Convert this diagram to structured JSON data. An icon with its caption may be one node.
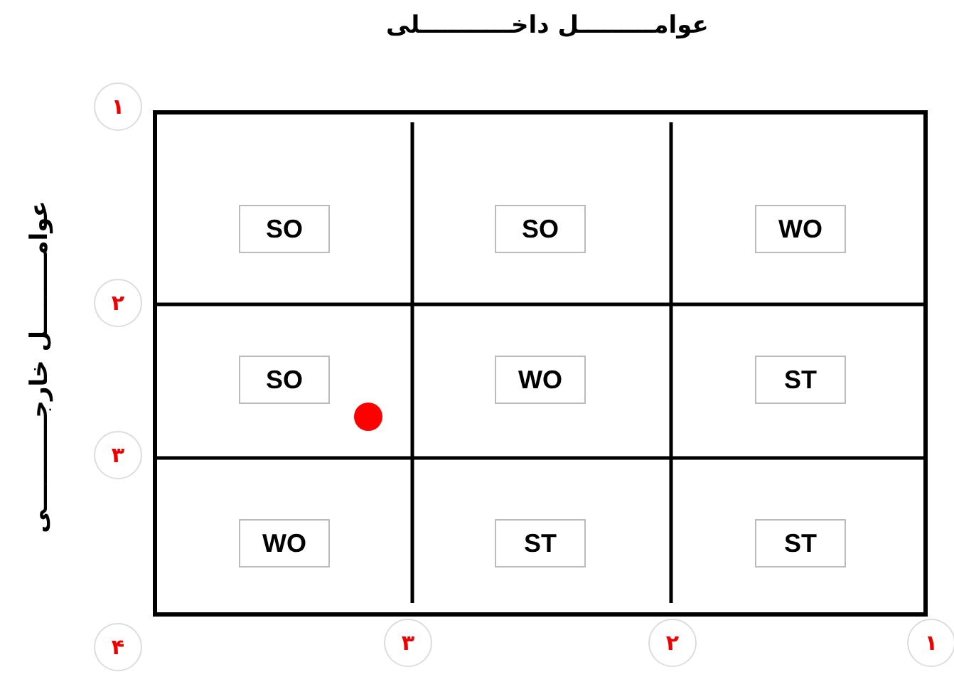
{
  "diagram": {
    "nodes": [
      {
        "text": [
          "SO"
        ]
      },
      {
        "text": [
          "SO"
        ]
      },
      {
        "text": [
          "WO"
        ]
      },
      {
        "text": [
          "SO"
        ]
      },
      {
        "text": [
          "WO"
        ]
      },
      {
        "text": [
          "ST"
        ]
      },
      {
        "text": [
          "WO"
        ]
      },
      {
        "text": [
          "ST"
        ]
      },
      {
        "text": [
          "ST"
        ]
      },
      {
        "text": [],
        "shape": "circle"
      }
    ],
    "edges": [],
    "labels": [
      "عوامـــــــــل داخـــــــــــلی",
      "عوامـــــــــل خارجـــــــــــی",
      "۱",
      "۲",
      "۳",
      "۴",
      "۳",
      "۲",
      "۱"
    ]
  }
}
